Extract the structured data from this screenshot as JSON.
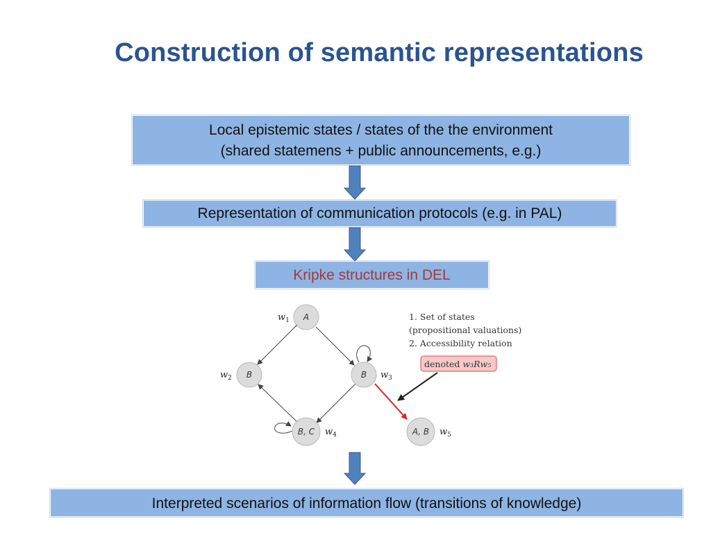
{
  "title": "Construction of semantic representations",
  "boxes": {
    "top_line1": "Local epistemic states / states of the the environment",
    "top_line2": "(shared statemens + public announcements, e.g.)",
    "protocols": "Representation of communication protocols (e.g. in PAL)",
    "kripke": "Kripke structures in DEL",
    "bottom": "Interpreted scenarios of information flow (transitions of knowledge)"
  },
  "graph": {
    "nodes": {
      "w1": {
        "world": "w",
        "index": "1",
        "label": "A"
      },
      "w2": {
        "world": "w",
        "index": "2",
        "label": "B"
      },
      "w3": {
        "world": "w",
        "index": "3",
        "label": "B"
      },
      "w4": {
        "world": "w",
        "index": "4",
        "label": "B, C"
      },
      "w5": {
        "world": "w",
        "index": "5",
        "label": "A, B"
      }
    },
    "notes": {
      "item1_line1": "1.  Set of states",
      "item1_line2": "(propositional valuations)",
      "item2": "2.  Accessibility relation",
      "denoted_prefix": "denoted",
      "denoted_formula": "w₃Rw₅"
    }
  },
  "colors": {
    "title": "#2a5490",
    "box_fill": "#8eb4e3",
    "kripke_text": "#a23a3c",
    "arrow_fill": "#4f81bd",
    "highlight_edge": "#e02020",
    "denoted_fill": "#f7c8c8",
    "denoted_border": "#d05050"
  }
}
